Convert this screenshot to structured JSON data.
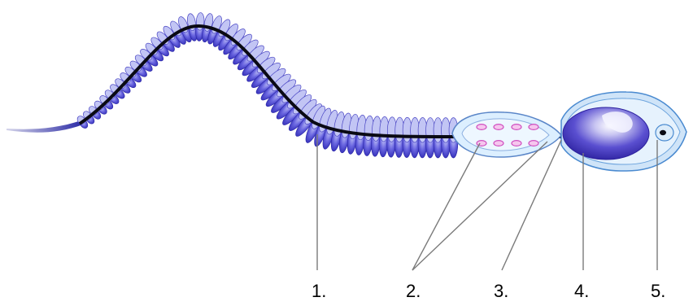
{
  "labels": [
    {
      "id": 1,
      "text": "1."
    },
    {
      "id": 2,
      "text": "2."
    },
    {
      "id": 3,
      "text": "3."
    },
    {
      "id": 4,
      "text": "4."
    },
    {
      "id": 5,
      "text": "5."
    }
  ],
  "colors": {
    "tail_body": "#3b36c8",
    "tail_light": "#b9bdf2",
    "axoneme": "#0a0a14",
    "midpiece_fill": "#d7ecfb",
    "midpiece_stroke": "#5a86c8",
    "mitochondria": "#e06ad0",
    "head_outer": "#cfe4f8",
    "head_stroke": "#4a8ad0",
    "nucleus": "#3a2fb4",
    "nucleus_highlight": "#ffffff",
    "leader_lines": "#7a7a7a"
  }
}
